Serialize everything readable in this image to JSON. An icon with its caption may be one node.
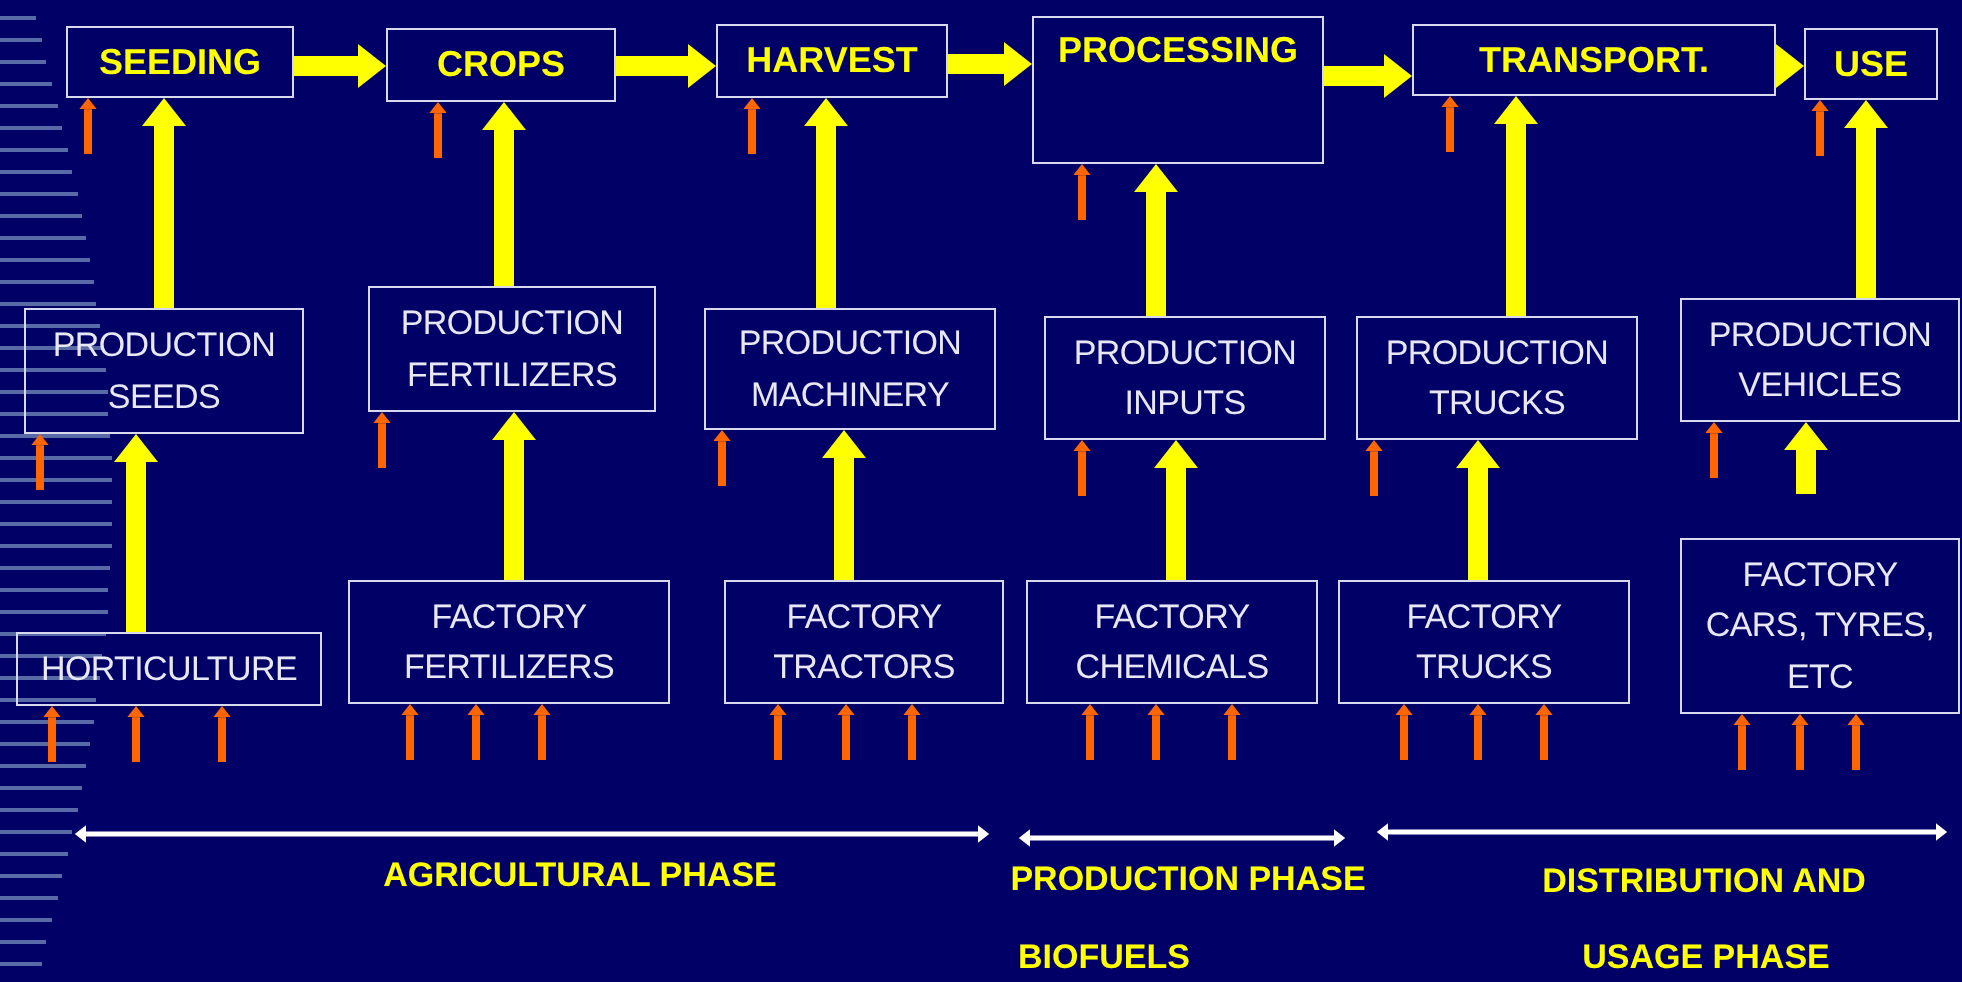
{
  "diagram": {
    "nodes": [
      {
        "text": [
          "SEEDING"
        ]
      },
      {
        "text": [
          "CROPS"
        ]
      },
      {
        "text": [
          "HARVEST"
        ]
      },
      {
        "text": [
          "PROCESSING"
        ]
      },
      {
        "text": [
          "TRANSPORT."
        ]
      },
      {
        "text": [
          "USE"
        ]
      },
      {
        "text": [
          "PRODUCTION SEEDS"
        ]
      },
      {
        "text": [
          "PRODUCTION FERTILIZERS"
        ]
      },
      {
        "text": [
          "PRODUCTION MACHINERY"
        ]
      },
      {
        "text": [
          "PRODUCTION INPUTS"
        ]
      },
      {
        "text": [
          "PRODUCTION TRUCKS"
        ]
      },
      {
        "text": [
          "PRODUCTION VEHICLES"
        ]
      },
      {
        "text": [
          "HORTICULTURE"
        ]
      },
      {
        "text": [
          "FACTORY FERTILIZERS"
        ]
      },
      {
        "text": [
          "FACTORY TRACTORS"
        ]
      },
      {
        "text": [
          "FACTORY CHEMICALS"
        ]
      },
      {
        "text": [
          "FACTORY TRUCKS"
        ]
      },
      {
        "text": [
          "FACTORY CARS, TYRES, ETC"
        ]
      }
    ],
    "edges": [
      {
        "from": 0,
        "to": 1,
        "arrow": "to",
        "style": "thick",
        "color": "#ffff00"
      },
      {
        "from": 1,
        "to": 2,
        "arrow": "to",
        "style": "thick",
        "color": "#ffff00"
      },
      {
        "from": 2,
        "to": 3,
        "arrow": "to",
        "style": "thick",
        "color": "#ffff00"
      },
      {
        "from": 3,
        "to": 4,
        "arrow": "to",
        "style": "thick",
        "color": "#ffff00"
      },
      {
        "from": 4,
        "to": 5,
        "arrow": "to",
        "style": "thick",
        "color": "#ffff00"
      },
      {
        "from": 6,
        "to": 0,
        "arrow": "to",
        "style": "thick",
        "color": "#ffff00"
      },
      {
        "from": 7,
        "to": 1,
        "arrow": "to",
        "style": "thick",
        "color": "#ffff00"
      },
      {
        "from": 8,
        "to": 2,
        "arrow": "to",
        "style": "thick",
        "color": "#ffff00"
      },
      {
        "from": 9,
        "to": 3,
        "arrow": "to",
        "style": "thick",
        "color": "#ffff00"
      },
      {
        "from": 10,
        "to": 4,
        "arrow": "to",
        "style": "thick",
        "color": "#ffff00"
      },
      {
        "from": 11,
        "to": 5,
        "arrow": "to",
        "style": "thick",
        "color": "#ffff00"
      },
      {
        "from": 12,
        "to": 6,
        "arrow": "to",
        "style": "thick",
        "color": "#ffff00"
      },
      {
        "from": 13,
        "to": 7,
        "arrow": "to",
        "style": "thick",
        "color": "#ffff00"
      },
      {
        "from": 14,
        "to": 8,
        "arrow": "to",
        "style": "thick",
        "color": "#ffff00"
      },
      {
        "from": 15,
        "to": 9,
        "arrow": "to",
        "style": "thick",
        "color": "#ffff00"
      },
      {
        "from": 16,
        "to": 10,
        "arrow": "to",
        "style": "thick",
        "color": "#ffff00"
      },
      {
        "from": null,
        "to": 11,
        "arrow": "to",
        "style": "thick",
        "color": "#ffff00"
      },
      {
        "from": null,
        "to": 0,
        "arrow": "to"
      },
      {
        "from": null,
        "to": 1,
        "arrow": "to"
      },
      {
        "from": null,
        "to": 2,
        "arrow": "to"
      },
      {
        "from": null,
        "to": 3,
        "arrow": "to"
      },
      {
        "from": null,
        "to": 4,
        "arrow": "to"
      },
      {
        "from": null,
        "to": 5,
        "arrow": "to"
      },
      {
        "from": null,
        "to": 6,
        "arrow": "to"
      },
      {
        "from": null,
        "to": 7,
        "arrow": "to"
      },
      {
        "from": null,
        "to": 8,
        "arrow": "to"
      },
      {
        "from": null,
        "to": 9,
        "arrow": "to"
      },
      {
        "from": null,
        "to": 10,
        "arrow": "to"
      },
      {
        "from": null,
        "to": 11,
        "arrow": "to"
      },
      {
        "from": null,
        "to": 12,
        "arrow": "to"
      },
      {
        "from": null,
        "to": 12,
        "arrow": "to"
      },
      {
        "from": null,
        "to": 12,
        "arrow": "to"
      },
      {
        "from": null,
        "to": 13,
        "arrow": "to"
      },
      {
        "from": null,
        "to": 13,
        "arrow": "to"
      },
      {
        "from": null,
        "to": 13,
        "arrow": "to"
      },
      {
        "from": null,
        "to": 14,
        "arrow": "to"
      },
      {
        "from": null,
        "to": 14,
        "arrow": "to"
      },
      {
        "from": null,
        "to": 14,
        "arrow": "to"
      },
      {
        "from": null,
        "to": 15,
        "arrow": "to"
      },
      {
        "from": null,
        "to": 15,
        "arrow": "to"
      },
      {
        "from": null,
        "to": 15,
        "arrow": "to"
      },
      {
        "from": null,
        "to": 16,
        "arrow": "to"
      },
      {
        "from": null,
        "to": 16,
        "arrow": "to"
      },
      {
        "from": null,
        "to": 16,
        "arrow": "to"
      },
      {
        "from": null,
        "to": 17,
        "arrow": "to"
      },
      {
        "from": null,
        "to": 17,
        "arrow": "to"
      },
      {
        "from": null,
        "to": 17,
        "arrow": "to"
      }
    ],
    "labels": [
      "AGRICULTURAL PHASE",
      "PRODUCTION PHASE",
      "DISTRIBUTION AND",
      "BIOFUELS",
      "USAGE PHASE"
    ]
  }
}
